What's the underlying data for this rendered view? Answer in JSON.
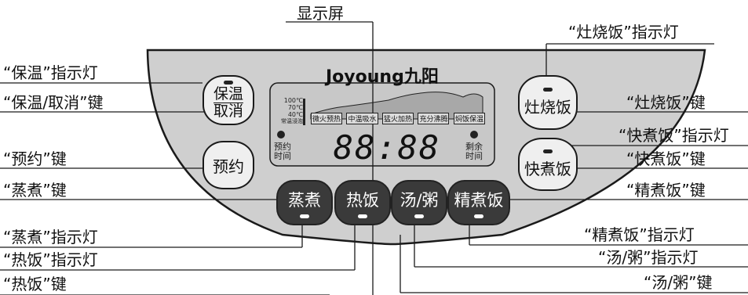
{
  "title": "显示屏",
  "brand": {
    "latin": "Joyoung",
    "cn": "九阳"
  },
  "callouts_left": [
    "“保温”指示灯",
    "“保温/取消”键",
    "“预约”键",
    "“蒸煮”键",
    "“蒸煮”指示灯",
    "“热饭”指示灯",
    "“热饭”键"
  ],
  "callouts_right": [
    "“灶烧饭”指示灯",
    "“灶烧饭”键",
    "“快煮饭”指示灯",
    "“快煮饭”键",
    "“精煮饭”键",
    "“精煮饭”指示灯",
    "“汤/粥”指示灯",
    "“汤/粥”键"
  ],
  "buttons": {
    "keep_warm": {
      "line1": "保温",
      "line2": "取消"
    },
    "reserve": "预约",
    "zaoshao": "灶烧饭",
    "kuaizhu": "快煮饭",
    "steam": "蒸煮",
    "reheat": "热饭",
    "soup": "汤/粥",
    "jingzhu": "精煮饭"
  },
  "display": {
    "digits": "88:88",
    "reserve_time": {
      "line1": "预约",
      "line2": "时间"
    },
    "remain_time": {
      "line1": "剩余",
      "line2": "时间"
    },
    "temp_scale": [
      "100℃",
      "70℃",
      "40℃",
      "常温浸泡"
    ],
    "stages": [
      "微火预热",
      "中温吸水",
      "猛火加热",
      "充分沸腾",
      "焖饭保温"
    ]
  },
  "colors": {
    "panel": "#cfcfcf",
    "panel_edge": "#1a1a1a",
    "dark_button": "#3a3a3a"
  }
}
